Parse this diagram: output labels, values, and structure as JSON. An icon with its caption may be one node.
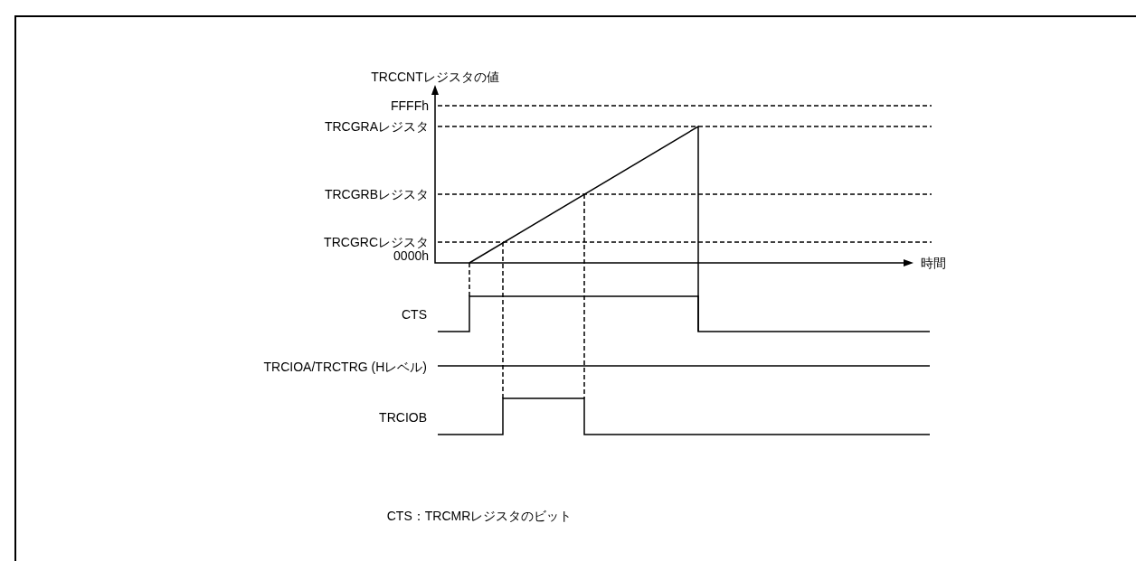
{
  "diagram": {
    "labels": [
      "TRCCNTレジスタの値",
      "FFFFh",
      "TRCGRAレジスタ",
      "TRCGRBレジスタ",
      "TRCGRCレジスタ",
      "0000h",
      "時間",
      "CTS",
      "TRCIOA/TRCTRG (Hレベル)",
      "TRCIOB",
      "CTS：TRCMRレジスタのビット"
    ]
  }
}
